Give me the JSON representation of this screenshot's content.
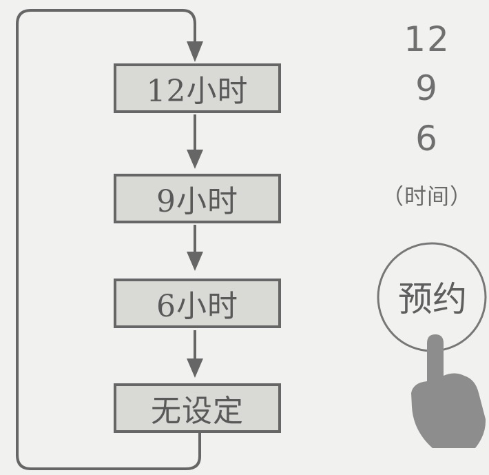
{
  "flow": {
    "steps": [
      {
        "label": "12小时"
      },
      {
        "label": "9小时"
      },
      {
        "label": "6小时"
      },
      {
        "label": "无设定"
      }
    ]
  },
  "display": {
    "times": [
      "12",
      "9",
      "6"
    ],
    "caption": "（时间）"
  },
  "button": {
    "label": "预约"
  },
  "colors": {
    "line": "#666666",
    "box_fill": "#d9d9d6",
    "background": "#f1f1ef",
    "hand": "#8d8d8d"
  },
  "icons": {
    "pointer": "hand-pointer-icon"
  }
}
